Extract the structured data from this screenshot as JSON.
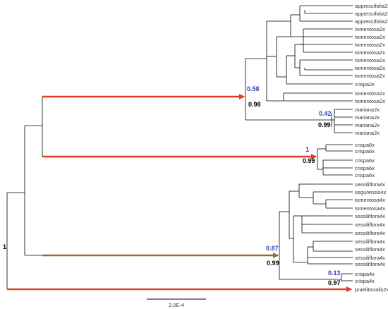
{
  "leaves": [
    "appressifolia2x",
    "appressifolia2x",
    "appressifolia2x",
    "tomentosa2x",
    "tomentosa2x",
    "tomentosa2x",
    "tomentosa2x",
    "tomentosa2x",
    "tomentosa2x",
    "tomentosa2x",
    "crispa2x",
    "tomentosa2x",
    "tomentosa2x",
    "mariana2x",
    "mariana2x",
    "mariana2x",
    "mariana2x",
    "crispa6x",
    "crispa6x",
    "crispa6x",
    "crispa6x",
    "crispa6x",
    "sessiliflora4x",
    "segurensis4x",
    "tomentosa4x",
    "tomentosa4x",
    "sessiliflora4x",
    "sessiliflora4x",
    "sessiliflora4x",
    "sessiliflora4x",
    "sessiliflora4x",
    "sessiliflora4x",
    "sessiliflora4x",
    "crispa4x",
    "crispa4x",
    "praelittoralis2x"
  ],
  "support": {
    "clade_2x_upper": "0.58",
    "clade_2x_lower": "0.98",
    "mariana_upper": "0.42",
    "mariana_lower": "0.99",
    "crispa6x_upper": "1",
    "crispa6x_lower": "0.99",
    "clade_4x_upper": "0.87",
    "clade_4x_lower": "0.99",
    "crispa4x_upper": "0.13",
    "crispa4x_lower": "0.97",
    "root": "1"
  },
  "scale_bar": {
    "label": "2.0E-4"
  },
  "colors": {
    "branch": "#000000",
    "arrow_red": "#e03a2a",
    "arrow_brown": "#9a6a2a",
    "support_upper": "#2e3fbf",
    "support_lower": "#000000",
    "leaf_text": "#333333"
  }
}
